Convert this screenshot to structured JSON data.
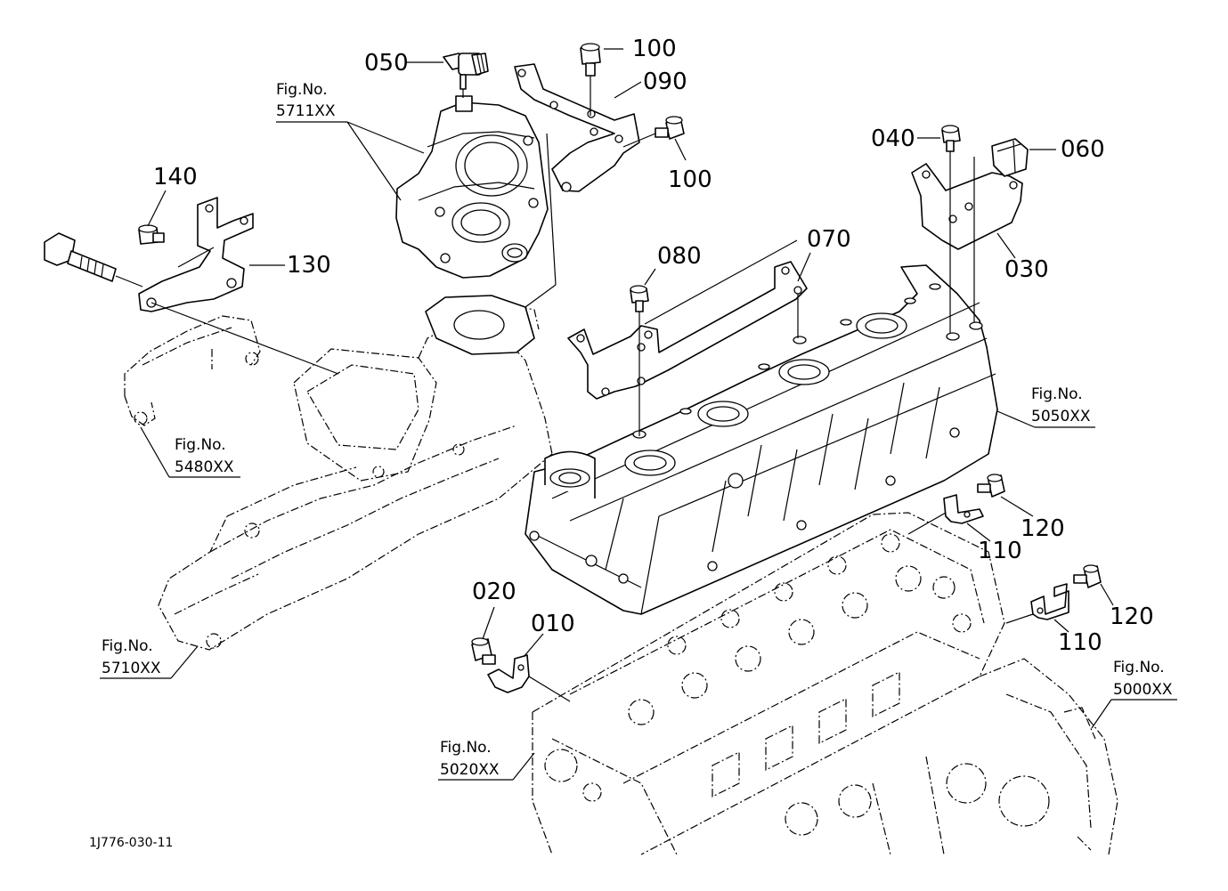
{
  "diagram_code": "1J776-030-11",
  "part_labels": {
    "p010": "010",
    "p020": "020",
    "p030": "030",
    "p040": "040",
    "p050": "050",
    "p060": "060",
    "p070": "070",
    "p080": "080",
    "p090": "090",
    "p100a": "100",
    "p100b": "100",
    "p110a": "110",
    "p110b": "110",
    "p120a": "120",
    "p120b": "120",
    "p130": "130",
    "p140": "140"
  },
  "figure_refs": {
    "fig_5711": {
      "label": "Fig.No.",
      "number": "5711XX"
    },
    "fig_5480": {
      "label": "Fig.No.",
      "number": "5480XX"
    },
    "fig_5710": {
      "label": "Fig.No.",
      "number": "5710XX"
    },
    "fig_5050": {
      "label": "Fig.No.",
      "number": "5050XX"
    },
    "fig_5000": {
      "label": "Fig.No.",
      "number": "5000XX"
    },
    "fig_5020": {
      "label": "Fig.No.",
      "number": "5020XX"
    }
  }
}
